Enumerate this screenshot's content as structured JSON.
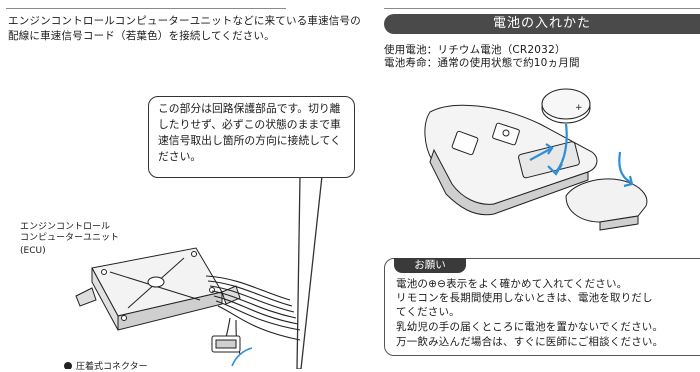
{
  "left": {
    "paragraph": "エンジンコントロールコンピューターユニットなどに来ている車速信号の配線に車速信号コード（若葉色）を接続してください。",
    "callout": "この部分は回路保護部品です。切り離したりせず、必ずこの状態のままで車速信号取出し箇所の方向に接続してください。",
    "ecu_label": [
      "エンジンコントロール",
      "コンピューターユニット",
      "(ECU)"
    ],
    "connector_label": "圧着式コネクター"
  },
  "right": {
    "section_title": "電池の入れかた",
    "battery_type": "使用電池：リチウム電池（CR2032）",
    "battery_life": "電池寿命：通常の使用状態で約10ヵ月間",
    "notice": {
      "title": "お願い",
      "lines": [
        "電池の⊕⊖表示をよく確かめて入れてください。",
        "リモコンを長期間使用しないときは、電池を取りだし",
        "てください。",
        "乳幼児の手の届くところに電池を置かないでください。",
        "万一飲み込んだ場合は、すぐに医師にご相談ください。"
      ]
    }
  },
  "colors": {
    "ink": "#1a1a1a",
    "bar": "#4a4a4a",
    "rule": "#8a8a8a",
    "accent_arrow": "#2f8fd6"
  }
}
